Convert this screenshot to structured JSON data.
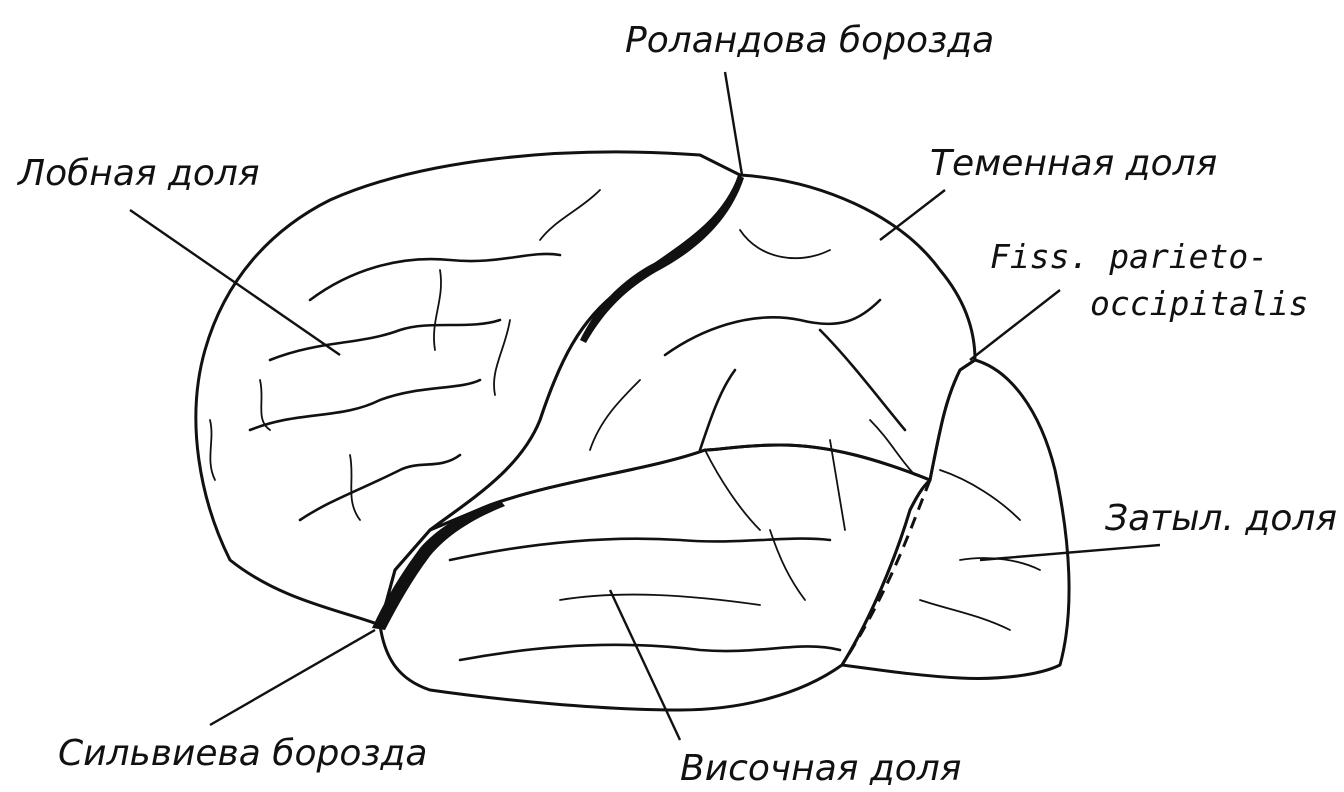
{
  "labels": {
    "frontal": "Лобная доля",
    "rolandic": "Роландова борозда",
    "parietal": "Теменная доля",
    "fissure_line1": "Fiss. parieto-",
    "fissure_line2": "occipitalis",
    "occipital": "Затыл. доля",
    "sylvian": "Сильвиева борозда",
    "temporal": "Височная доля"
  },
  "colors": {
    "ink": "#111111",
    "paper": "#ffffff"
  }
}
